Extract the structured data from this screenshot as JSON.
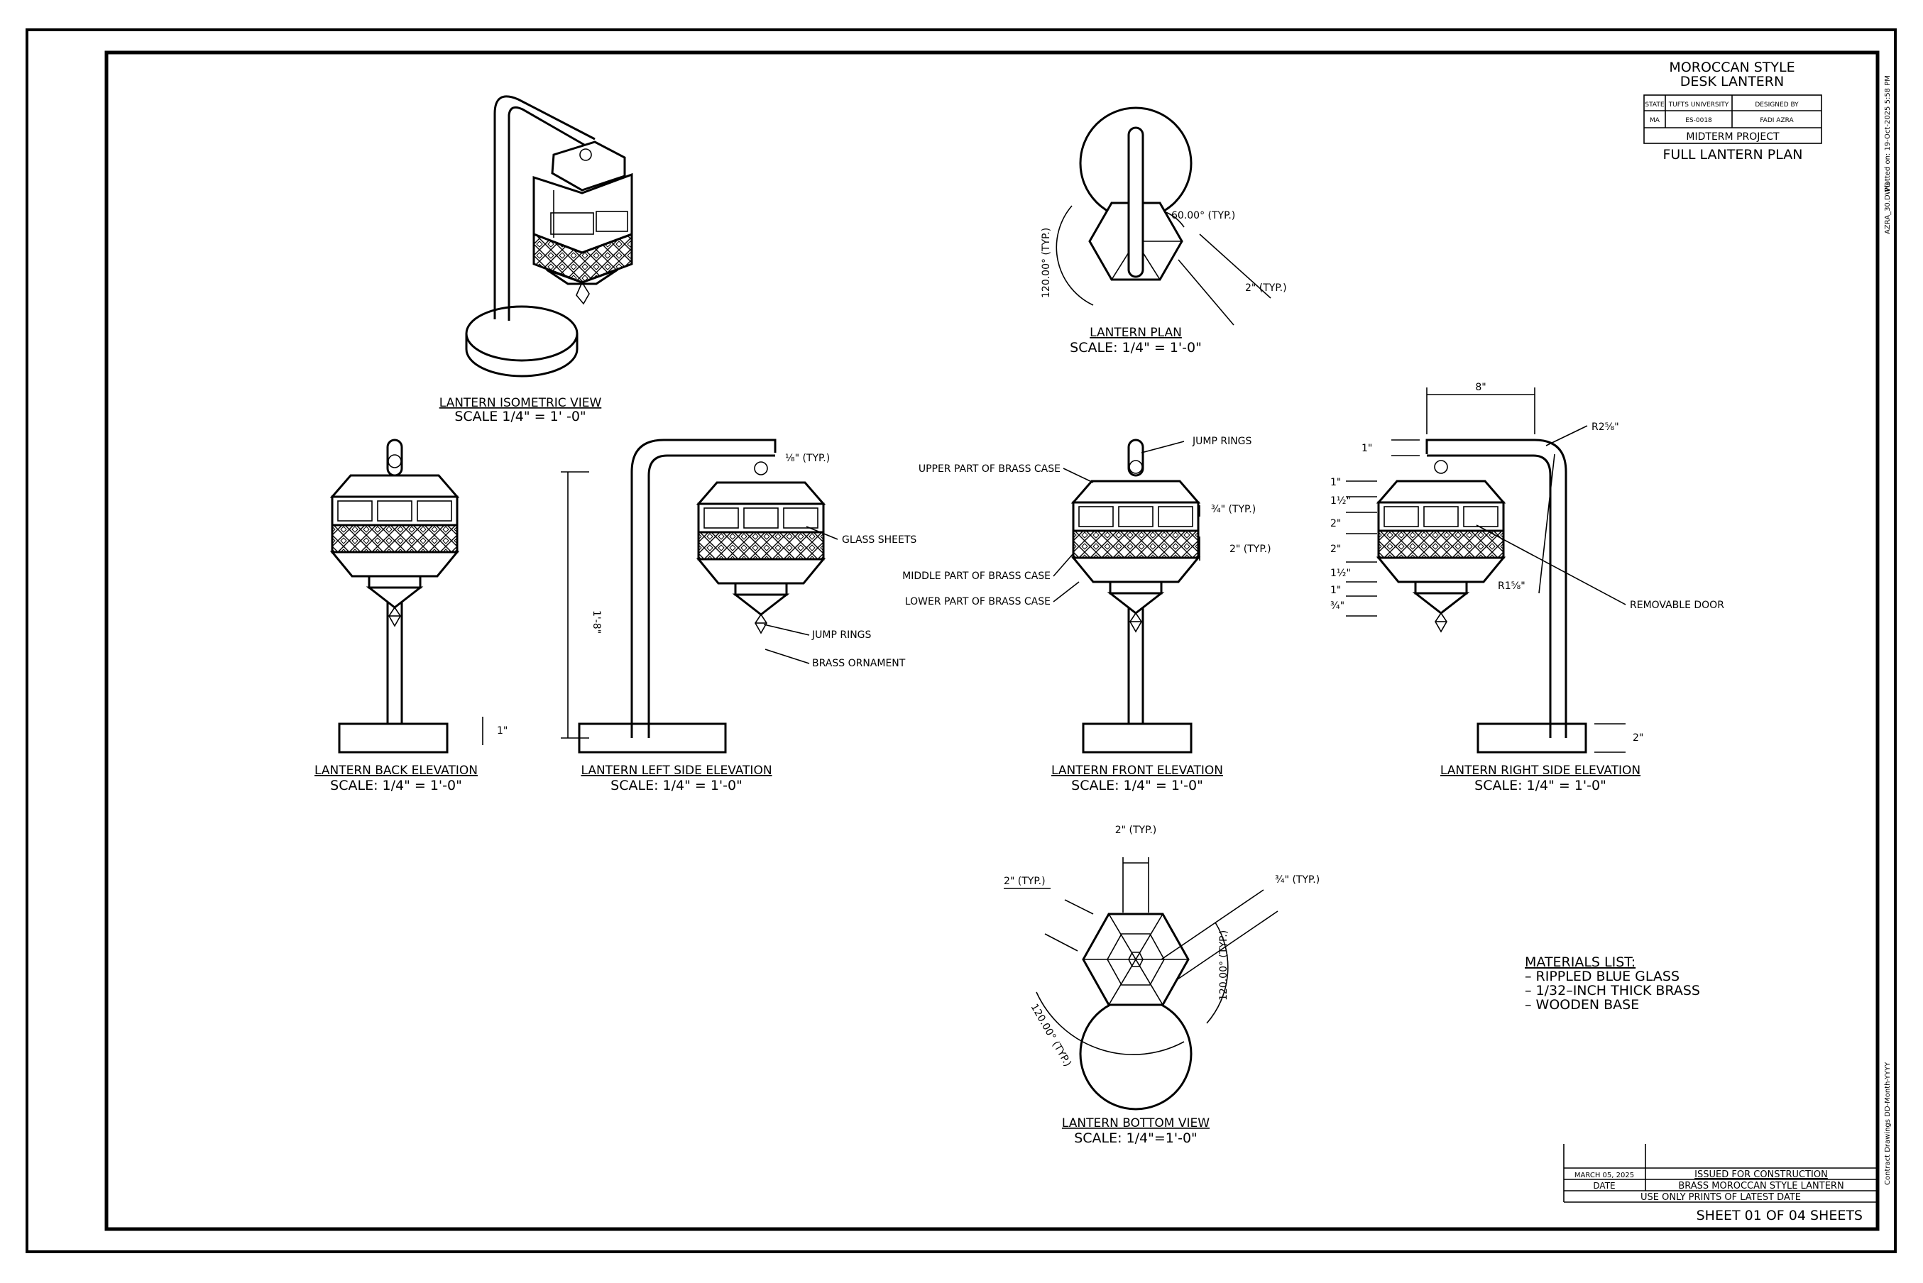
{
  "title_block": {
    "project_title_line1": "MOROCCAN STYLE",
    "project_title_line2": "DESK LANTERN",
    "state_label": "STATE",
    "state_value": "MA",
    "school_label": "TUFTS UNIVERSITY",
    "course_value": "ES-0018",
    "designed_by_label": "DESIGNED BY",
    "designer_value": "FADI AZRA",
    "project_type": "MIDTERM PROJECT",
    "sheet_title": "FULL LANTERN PLAN"
  },
  "side_stamp": {
    "plot_info": "Plotted on: 19-Oct-2025 5:58 PM",
    "file_name": "AZRA_30.DWG",
    "contract_info": "Contract Drawings DD-Month-YYYY"
  },
  "views": {
    "isometric": {
      "title": "LANTERN ISOMETRIC VIEW",
      "scale": "SCALE 1/4\" = 1' -0\""
    },
    "plan": {
      "title": "LANTERN PLAN",
      "scale": "SCALE: 1/4\" = 1'-0\""
    },
    "back": {
      "title": "LANTERN BACK ELEVATION",
      "scale": "SCALE: 1/4\" = 1'-0\""
    },
    "left": {
      "title": "LANTERN LEFT SIDE ELEVATION",
      "scale": "SCALE: 1/4\" = 1'-0\""
    },
    "front": {
      "title": "LANTERN FRONT ELEVATION",
      "scale": "SCALE:   1/4\" = 1'-0\""
    },
    "right": {
      "title": "LANTERN RIGHT SIDE ELEVATION",
      "scale": "SCALE: 1/4\" = 1'-0\""
    },
    "bottom": {
      "title": "LANTERN BOTTOM VIEW",
      "scale": "SCALE:    1/4\"=1'-0\""
    }
  },
  "dimensions": {
    "plan_angle_60": "60.00° (TYP.)",
    "plan_angle_120": "120.00° (TYP.)",
    "plan_side": "2\" (TYP.)",
    "back_base_height": "1\"",
    "left_height": "1'-8\"",
    "left_ring": "⅛\" (TYP.)",
    "front_gap": "¾\" (TYP.)",
    "front_panel": "2\" (TYP.)",
    "right_width": "8\"",
    "right_offset": "1\"",
    "right_radius_top": "R2⅝\"",
    "right_radius_inner": "R1⅝\"",
    "right_base": "2\"",
    "right_stack": [
      "1\"",
      "1½\"",
      "2\"",
      "2\"",
      "1½\"",
      "1\"",
      "¾\""
    ],
    "bottom_top": "2\" (TYP.)",
    "bottom_left": "2\" (TYP.)",
    "bottom_right": "¾\" (TYP.)",
    "bottom_angle_right": "120.00° (TYP.)",
    "bottom_angle_left": "120.00° (TYP.)"
  },
  "callouts": {
    "left_glass": "GLASS SHEETS",
    "left_jump_rings": "JUMP RINGS",
    "left_ornament": "BRASS ORNAMENT",
    "front_jump_rings": "JUMP RINGS",
    "front_upper": "UPPER PART OF BRASS CASE",
    "front_middle": "MIDDLE PART OF BRASS CASE",
    "front_lower": "LOWER PART OF BRASS CASE",
    "right_door": "REMOVABLE DOOR"
  },
  "materials": {
    "heading": "MATERIALS LIST:",
    "items": [
      "– RIPPLED BLUE GLASS",
      "– 1/32–INCH THICK BRASS",
      "– WOODEN BASE"
    ]
  },
  "revision_block": {
    "date_value": "MARCH 05, 2025",
    "issue_text": "ISSUED FOR CONSTRUCTION",
    "date_label": "DATE",
    "description": "BRASS MOROCCAN STYLE LANTERN",
    "note": "USE ONLY PRINTS OF LATEST DATE",
    "sheet": "SHEET 01 OF 04 SHEETS"
  }
}
